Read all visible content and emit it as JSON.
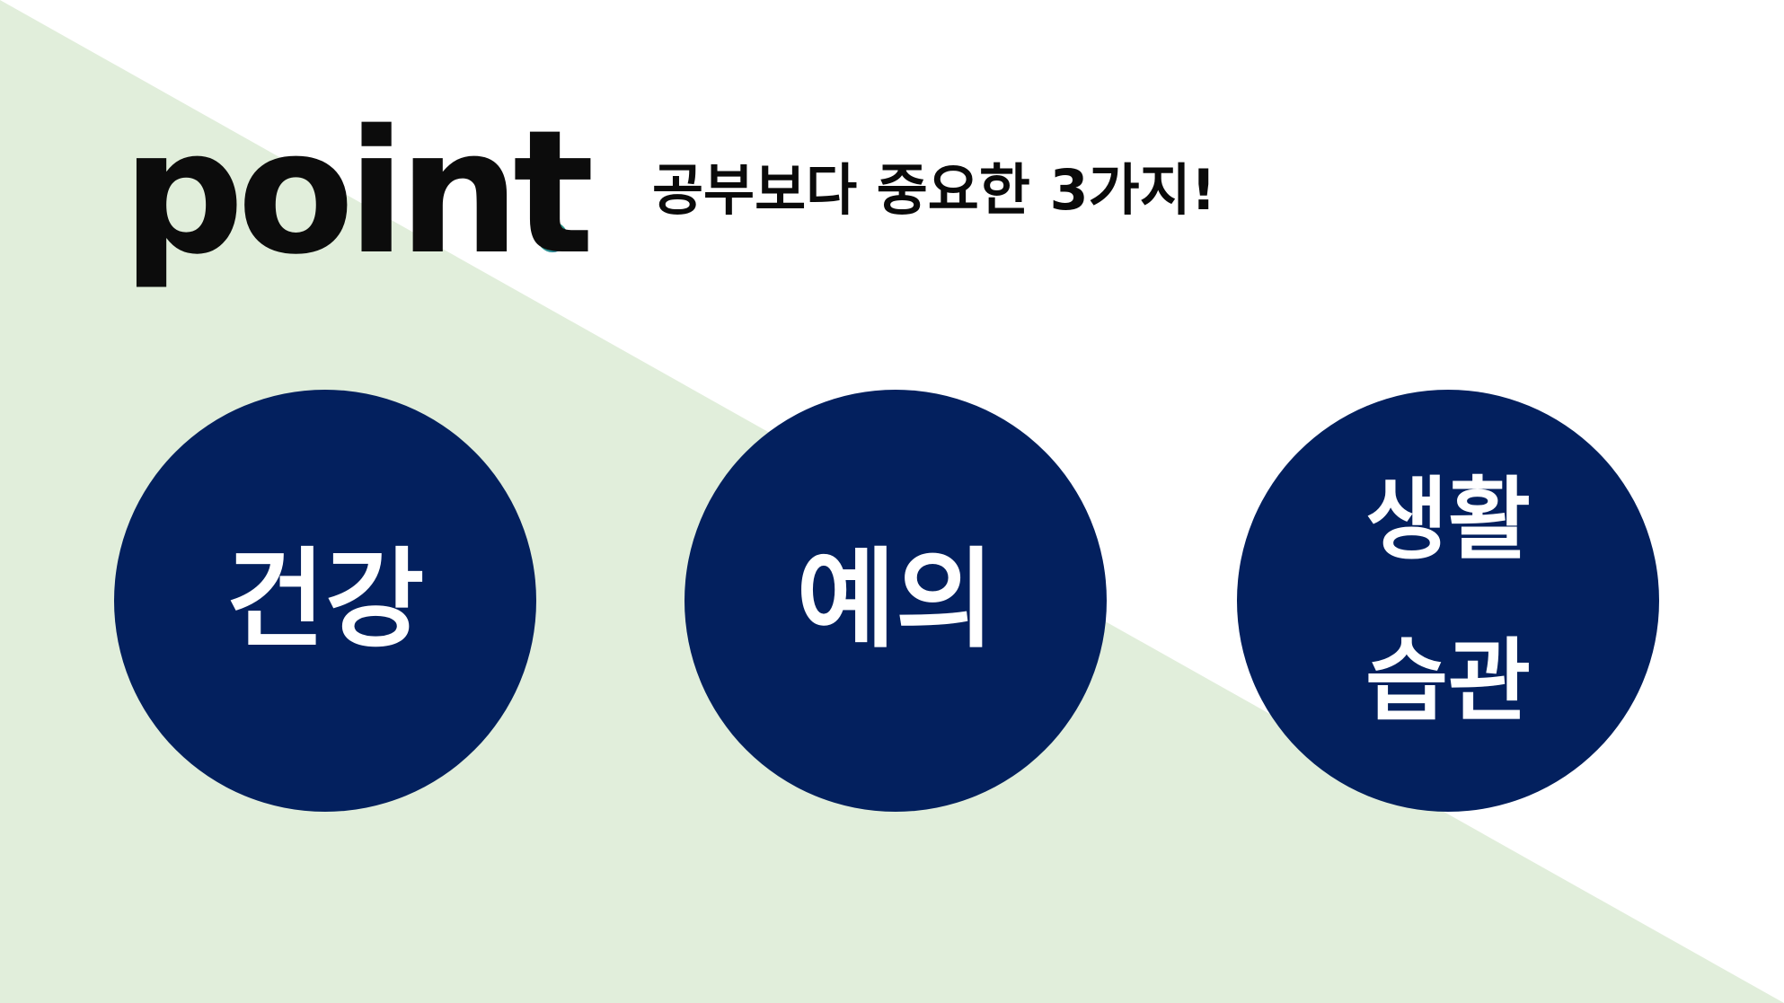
{
  "colors": {
    "background": "#ffffff",
    "diagonal_band": "#e1eedb",
    "circle_fill": "#03205e",
    "circle_text": "#ffffff",
    "logo_text": "#0c0c0c",
    "headline_text": "#0a0a0a"
  },
  "logo": {
    "text": "point"
  },
  "headline": "공부보다 중요한 3가지!",
  "points": [
    {
      "label": "건강"
    },
    {
      "label": "예의"
    },
    {
      "label": "생활\n습관"
    }
  ]
}
